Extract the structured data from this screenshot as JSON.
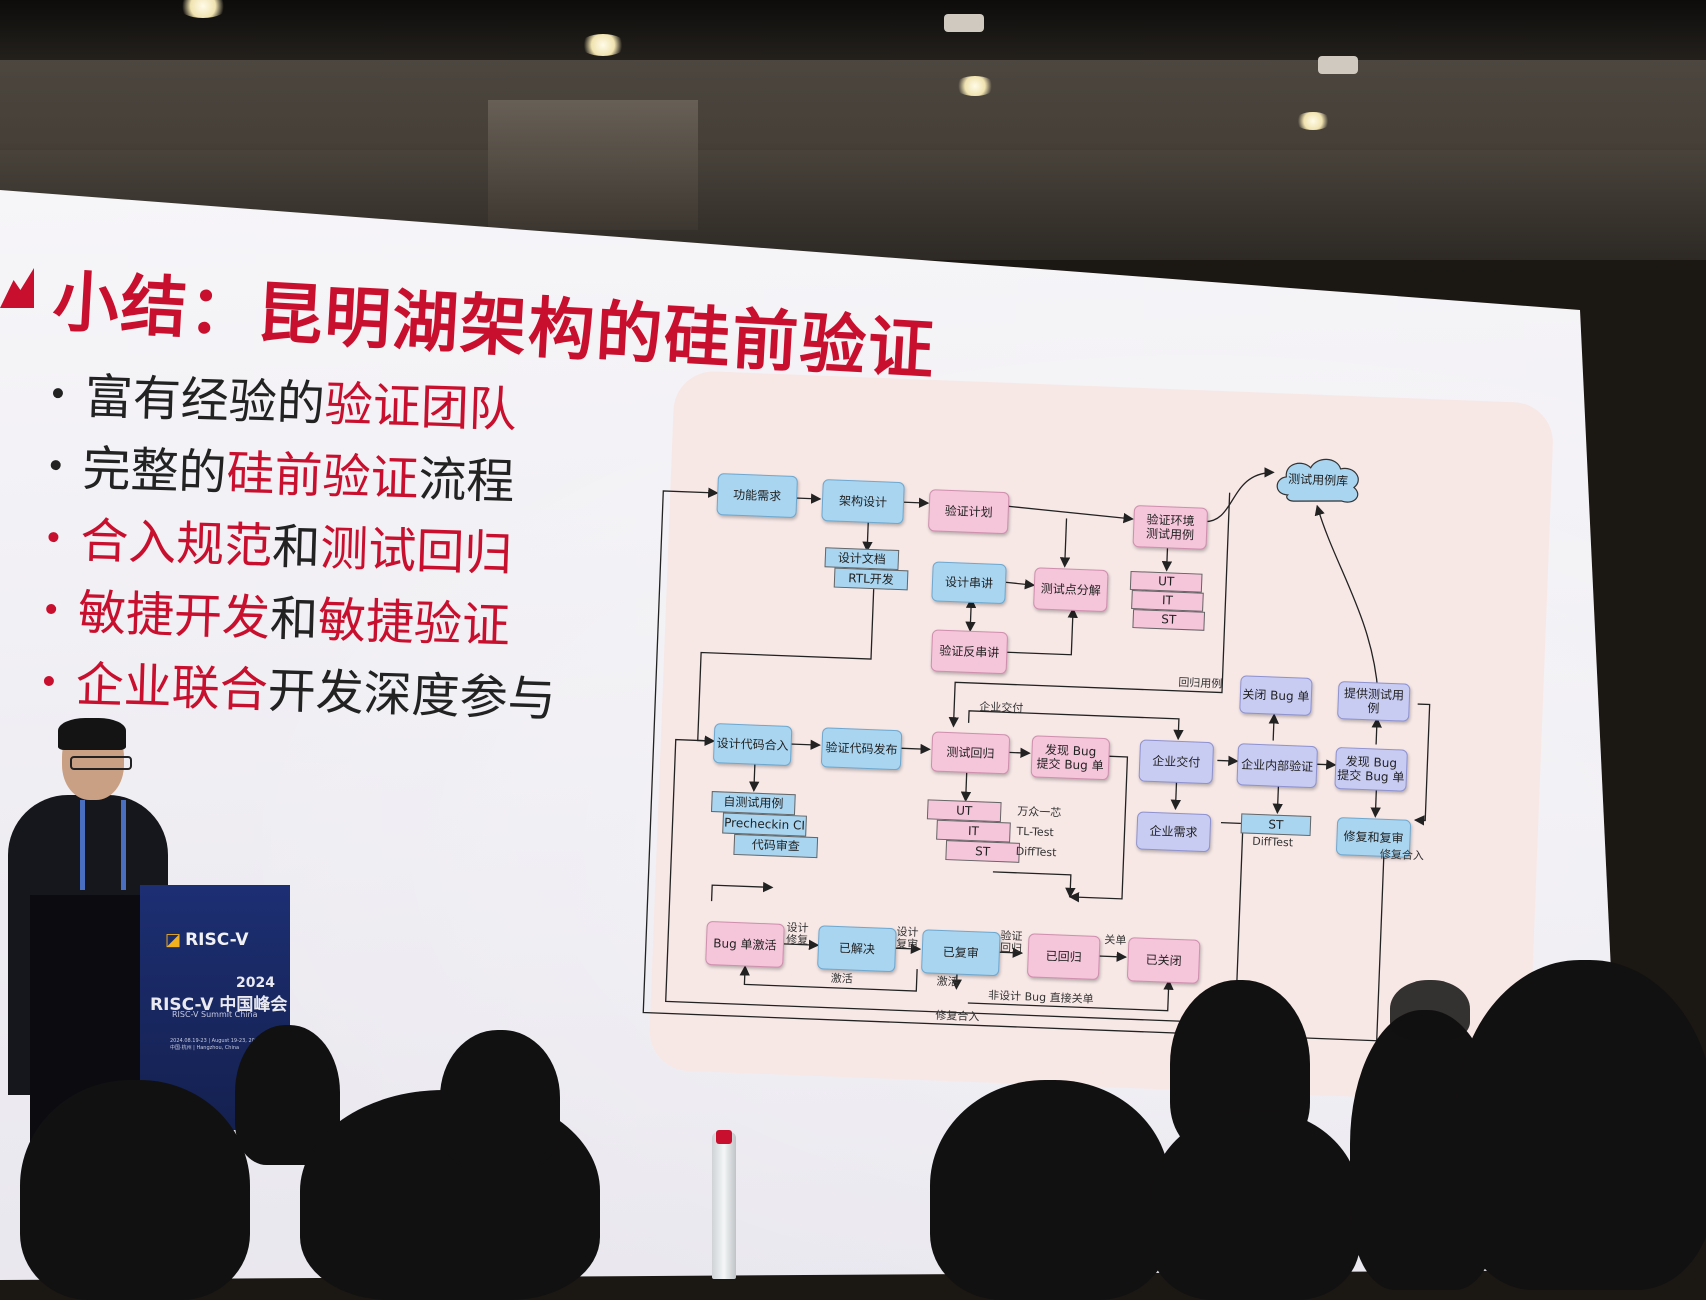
{
  "slide": {
    "title": "小结：昆明湖架构的硅前验证",
    "bullets": [
      {
        "parts": [
          {
            "t": "富有经验的",
            "hl": false
          },
          {
            "t": "验证团队",
            "hl": true
          }
        ],
        "red": false
      },
      {
        "parts": [
          {
            "t": "完整的",
            "hl": false
          },
          {
            "t": "硅前验证",
            "hl": true
          },
          {
            "t": "流程",
            "hl": false
          }
        ],
        "red": false
      },
      {
        "parts": [
          {
            "t": "合入规范",
            "hl": true
          },
          {
            "t": "和",
            "hl": false
          },
          {
            "t": "测试回归",
            "hl": true
          }
        ],
        "red": true
      },
      {
        "parts": [
          {
            "t": "敏捷开发",
            "hl": true
          },
          {
            "t": "和",
            "hl": false
          },
          {
            "t": "敏捷验证",
            "hl": true
          }
        ],
        "red": true
      },
      {
        "parts": [
          {
            "t": "企业联合",
            "hl": true
          },
          {
            "t": "开发深度参与",
            "hl": false
          }
        ],
        "red": true
      }
    ]
  },
  "diagram": {
    "nodes": [
      {
        "id": "func_req",
        "text": "功能需求",
        "color": "blue"
      },
      {
        "id": "arch",
        "text": "架构设计",
        "color": "blue"
      },
      {
        "id": "plan",
        "text": "验证计划",
        "color": "pink"
      },
      {
        "id": "env",
        "text": "验证环境\n测试用例",
        "color": "pink"
      },
      {
        "id": "design_walk",
        "text": "设计串讲",
        "color": "blue"
      },
      {
        "id": "tp",
        "text": "测试点分解",
        "color": "pink"
      },
      {
        "id": "verif_walk",
        "text": "验证反串讲",
        "color": "pink"
      },
      {
        "id": "merge",
        "text": "设计代码合入",
        "color": "blue"
      },
      {
        "id": "release",
        "text": "验证代码发布",
        "color": "blue"
      },
      {
        "id": "regress",
        "text": "测试回归",
        "color": "pink"
      },
      {
        "id": "findbug",
        "text": "发现 Bug\n提交 Bug 单",
        "color": "pink"
      },
      {
        "id": "ent_deliver",
        "text": "企业交付",
        "color": "lav"
      },
      {
        "id": "ent_inner",
        "text": "企业内部验证",
        "color": "lav"
      },
      {
        "id": "ent_findbug",
        "text": "发现 Bug\n提交 Bug 单",
        "color": "lav"
      },
      {
        "id": "close_bug",
        "text": "关闭 Bug 单",
        "color": "lav"
      },
      {
        "id": "provide_case",
        "text": "提供测试用例",
        "color": "lav"
      },
      {
        "id": "ent_need",
        "text": "企业需求",
        "color": "lav"
      },
      {
        "id": "fix_review",
        "text": "修复和复审",
        "color": "blue"
      },
      {
        "id": "bug_active",
        "text": "Bug 单激活",
        "color": "pink"
      },
      {
        "id": "resolved",
        "text": "已解决",
        "color": "blue"
      },
      {
        "id": "reviewed",
        "text": "已复审",
        "color": "blue"
      },
      {
        "id": "regressed",
        "text": "已回归",
        "color": "pink"
      },
      {
        "id": "closed",
        "text": "已关闭",
        "color": "pink"
      }
    ],
    "cloud": "测试用例库",
    "tags": {
      "design_docs": [
        "设计文档",
        "RTL开发"
      ],
      "env_levels": [
        "UT",
        "IT",
        "ST"
      ],
      "merge_checks": [
        "自测试用例",
        "Precheckin CI",
        "代码审查"
      ],
      "regress_levels": [
        "UT",
        "IT",
        "ST"
      ],
      "regress_names": [
        "万众一芯",
        "TL-Test",
        "DiffTest"
      ],
      "ent_st": "ST",
      "ent_difftest": "DiffTest"
    },
    "labels": {
      "regress_case": "回归用例",
      "ent_deliver": "企业交付",
      "fix_merge_right": "修复合入",
      "design_fix": "设计\n修复",
      "design_review": "设计\n复审",
      "verif_regress": "验证\n回归",
      "close_ticket": "关单",
      "activate1": "激活",
      "activate2": "激活",
      "non_design_bug": "非设计 Bug 直接关单",
      "fix_merge_bottom": "修复合入"
    }
  },
  "podium": {
    "brand": "RISC-V",
    "year": "2024",
    "event": "RISC-V 中国峰会",
    "event_en": "RISC-V Summit China",
    "dates": "2024.08.19-23 | August 19-23, 2024\n中国·杭州 | Hangzhou, China"
  }
}
